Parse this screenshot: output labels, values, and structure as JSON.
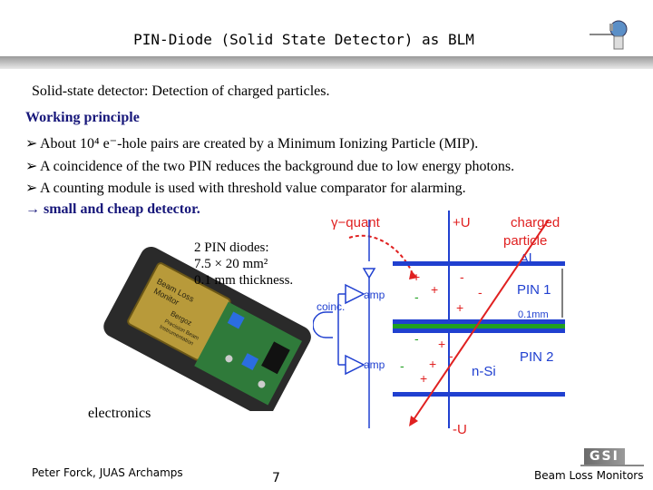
{
  "header": {
    "title": "PIN-Diode (Solid State Detector) as BLM"
  },
  "subtitle": "Solid-state detector: Detection of charged particles.",
  "working_principle": {
    "heading": "Working principle",
    "bullets": [
      "About 10⁴ e⁻-hole pairs are created by a Minimum Ionizing Particle (MIP).",
      "A coincidence of the two PIN reduces the background due to low energy photons.",
      "A counting module is used with threshold value comparator for alarming."
    ],
    "result": "→ small and cheap detector."
  },
  "photo": {
    "pin_note_line1": "2 PIN diodes:",
    "pin_note_line2": "7.5 × 20 mm²",
    "pin_note_line3": "0.1 mm thickness.",
    "module_label_1": "Beam Loss",
    "module_label_2": "Monitor",
    "module_label_3": "Bergoz",
    "module_label_4": "Precision Beam",
    "module_label_5": "Instrumentation",
    "caption": "electronics"
  },
  "diagram": {
    "gamma_label": "γ−quant",
    "plus_u": "+U",
    "minus_u": "-U",
    "charged": "charged",
    "particle": "particle",
    "al": "Al",
    "pin1": "PIN 1",
    "thickness": "0.1mm",
    "pin2": "PIN 2",
    "nsi": "n-Si",
    "amp1": "amp",
    "amp2": "amp",
    "coinc": "coinc.",
    "plus": "+",
    "minus": "-"
  },
  "footer": {
    "author": "Peter Forck, JUAS Archamps",
    "page": "7",
    "topic": "Beam Loss Monitors",
    "logo": "GSI"
  },
  "colors": {
    "heading": "#17177a",
    "red": "#e02020",
    "blue": "#2040d0",
    "green": "#20a020"
  }
}
